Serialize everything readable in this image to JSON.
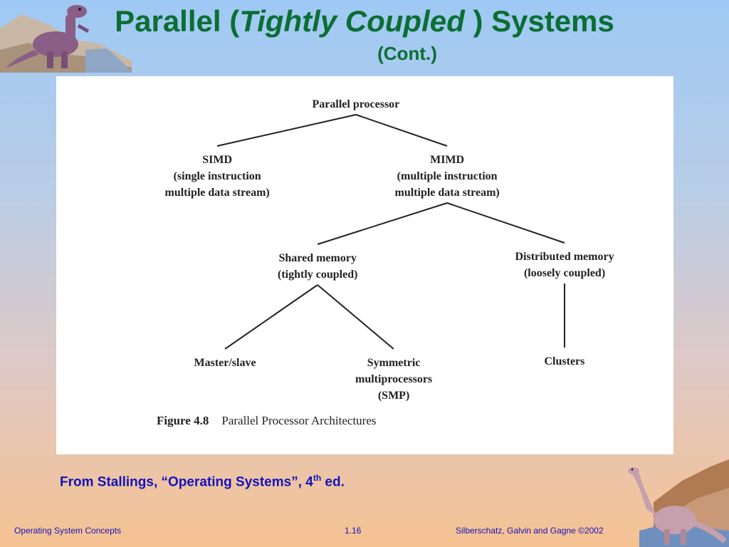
{
  "slide": {
    "title_prefix": "Parallel (",
    "title_italic": "Tightly Coupled",
    "title_suffix": ") Systems",
    "subtitle": "(Cont.)"
  },
  "diagram": {
    "nodes": [
      {
        "id": "root",
        "lines": [
          "Parallel processor"
        ]
      },
      {
        "id": "simd",
        "lines": [
          "SIMD",
          "(single instruction",
          "multiple data stream)"
        ]
      },
      {
        "id": "mimd",
        "lines": [
          "MIMD",
          "(multiple instruction",
          "multiple data stream)"
        ]
      },
      {
        "id": "shared",
        "lines": [
          "Shared memory",
          "(tightly coupled)"
        ]
      },
      {
        "id": "distributed",
        "lines": [
          "Distributed memory",
          "(loosely coupled)"
        ]
      },
      {
        "id": "master",
        "lines": [
          "Master/slave"
        ]
      },
      {
        "id": "smp",
        "lines": [
          "Symmetric",
          "multiprocessors",
          "(SMP)"
        ]
      },
      {
        "id": "clusters",
        "lines": [
          "Clusters"
        ]
      }
    ],
    "edges": [
      [
        "root",
        "simd"
      ],
      [
        "root",
        "mimd"
      ],
      [
        "mimd",
        "shared"
      ],
      [
        "mimd",
        "distributed"
      ],
      [
        "shared",
        "master"
      ],
      [
        "shared",
        "smp"
      ],
      [
        "distributed",
        "clusters"
      ]
    ],
    "caption_number": "Figure 4.8",
    "caption_text": "Parallel Processor Architectures"
  },
  "source": {
    "prefix": "From Stallings, “Operating Systems”, 4",
    "sup": "th",
    "suffix": " ed."
  },
  "footer": {
    "left": "Operating System Concepts",
    "center": "1.16",
    "right": "Silberschatz, Galvin and  Gagne ©2002"
  },
  "colors": {
    "title": "#0b6e33",
    "source_text": "#1414b8",
    "footer_text": "#1414b8"
  },
  "icons": [
    "dinosaur-top-left-icon",
    "dinosaur-bottom-right-icon"
  ]
}
